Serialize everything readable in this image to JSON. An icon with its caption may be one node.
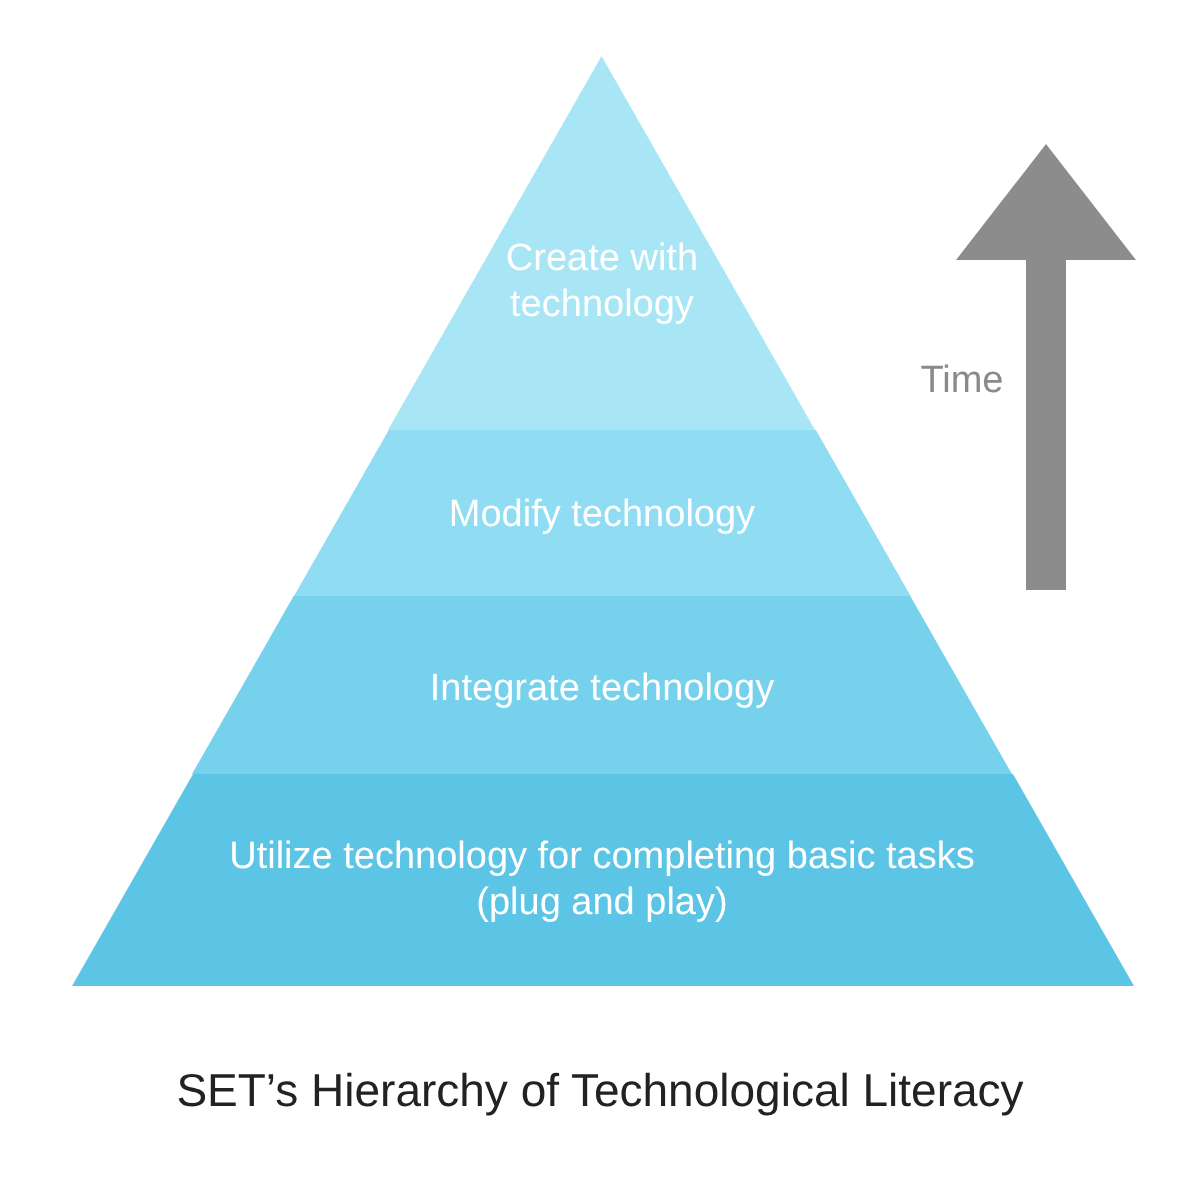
{
  "diagram": {
    "title": "SET’s Hierarchy of Technological Literacy",
    "nodes": [
      {
        "text": [
          "Create with technology"
        ]
      },
      {
        "text": [
          "Modify technology"
        ]
      },
      {
        "text": [
          "Integrate technology"
        ]
      },
      {
        "text": [
          "Utilize technology for completing basic tasks (plug and play)"
        ]
      }
    ],
    "labels": [
      "Time"
    ]
  }
}
